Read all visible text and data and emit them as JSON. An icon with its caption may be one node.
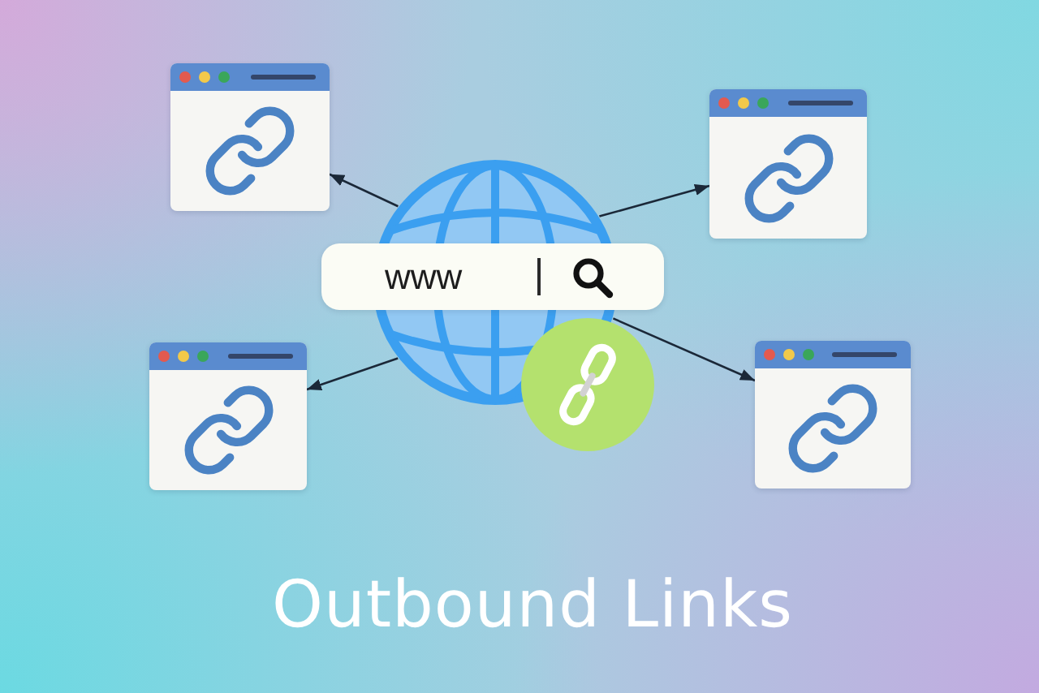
{
  "diagram": {
    "title": "Outbound Links",
    "nodes": [
      {
        "text": [],
        "shape": "picture"
      },
      {
        "text": [],
        "shape": "picture"
      },
      {
        "text": [],
        "shape": "picture"
      },
      {
        "text": [
          "www"
        ]
      },
      {
        "text": [],
        "shape": "picture"
      },
      {
        "text": [],
        "shape": "picture"
      }
    ],
    "edges": [
      {
        "from": 2,
        "to": 0,
        "arrow": "to"
      },
      {
        "from": 2,
        "to": 1,
        "arrow": "to"
      },
      {
        "from": 2,
        "to": 4,
        "arrow": "to"
      },
      {
        "from": 2,
        "to": 5,
        "arrow": "to"
      }
    ]
  }
}
